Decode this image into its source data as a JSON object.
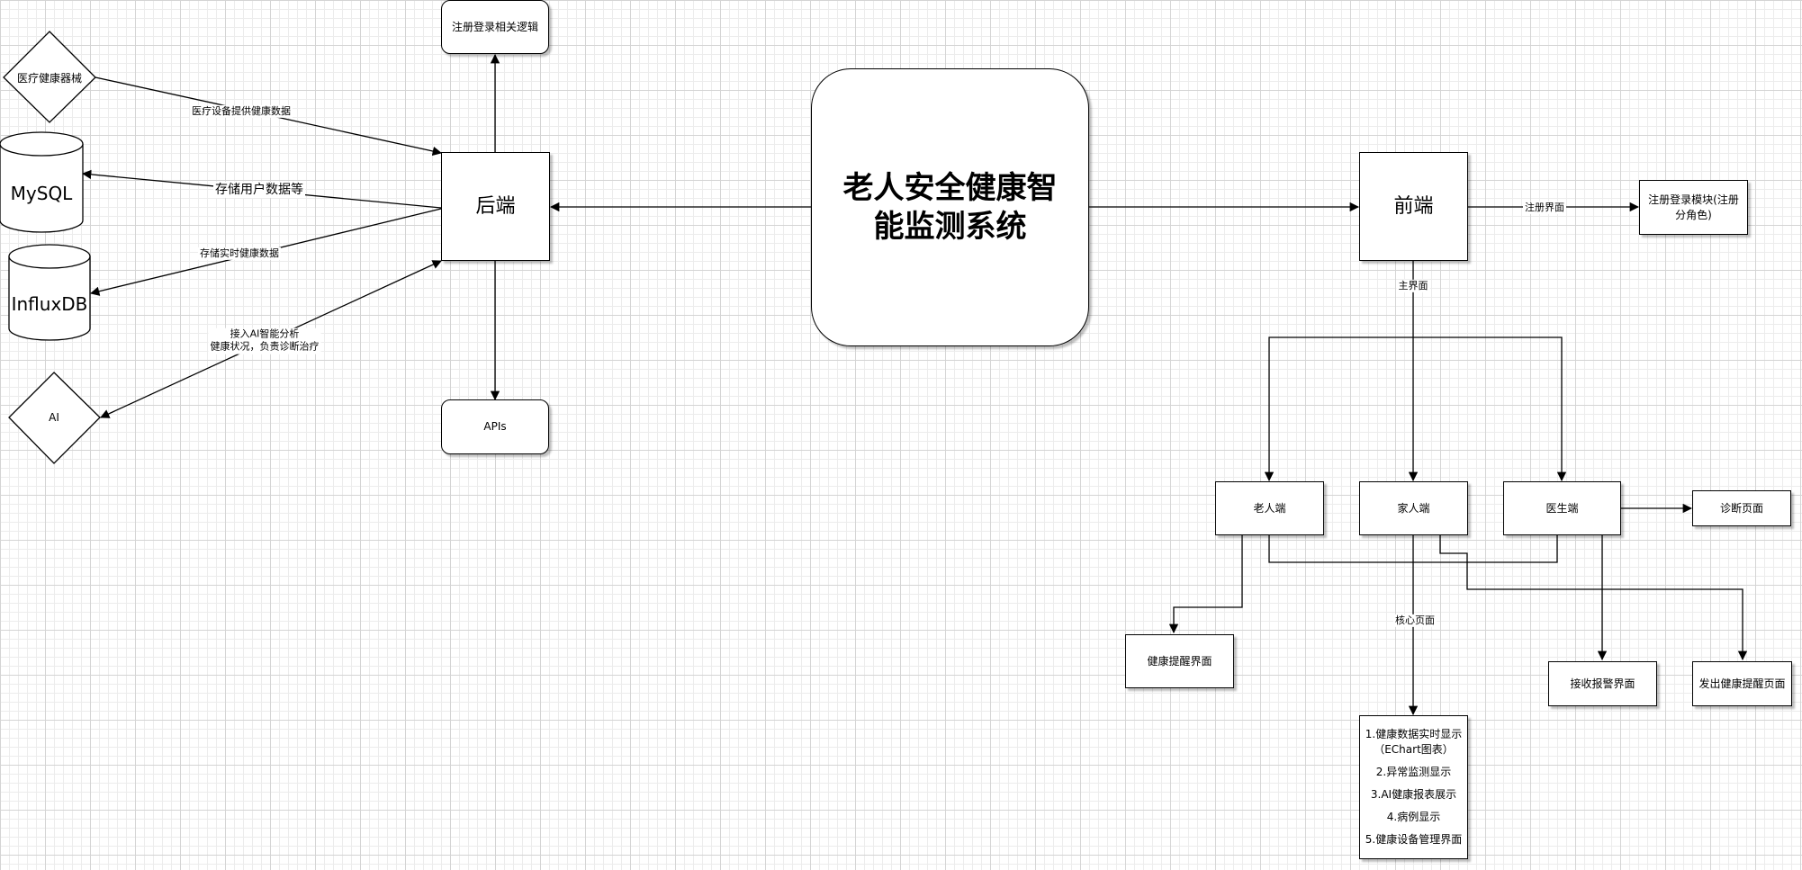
{
  "title": "老人安全健康智能监测系统",
  "backend": {
    "label": "后端",
    "register_logic": "注册登录相关逻辑",
    "apis": "APIs",
    "medical_device": "医疗健康器械",
    "mysql": "MySQL",
    "influxdb": "InfluxDB",
    "ai": "AI",
    "edges": {
      "device_data": "医疗设备提供健康数据",
      "store_user": "存储用户数据等",
      "store_realtime": "存储实时健康数据",
      "ai_analysis_1": "接入AI智能分析",
      "ai_analysis_2": "健康状况，负责诊断治疗"
    }
  },
  "frontend": {
    "label": "前端",
    "register_module": "注册登录模块(注册分角色)",
    "edges": {
      "register_page": "注册界面",
      "main_page": "主界面",
      "core_page": "核心页面"
    },
    "elder": "老人端",
    "family": "家人端",
    "doctor": "医生端",
    "diagnosis_page": "诊断页面",
    "health_reminder_page": "健康提醒界面",
    "receive_alarm_page": "接收报警界面",
    "send_reminder_page": "发出健康提醒页面",
    "core_items": [
      "1.健康数据实时显示（EChart图表）",
      "2.异常监测显示",
      "3.AI健康报表展示",
      "4.病例显示",
      "5.健康设备管理界面"
    ]
  },
  "colors": {
    "stroke": "#000000",
    "grid_major": "#d4d4d4",
    "grid_minor": "#ececec",
    "background": "#ffffff"
  }
}
